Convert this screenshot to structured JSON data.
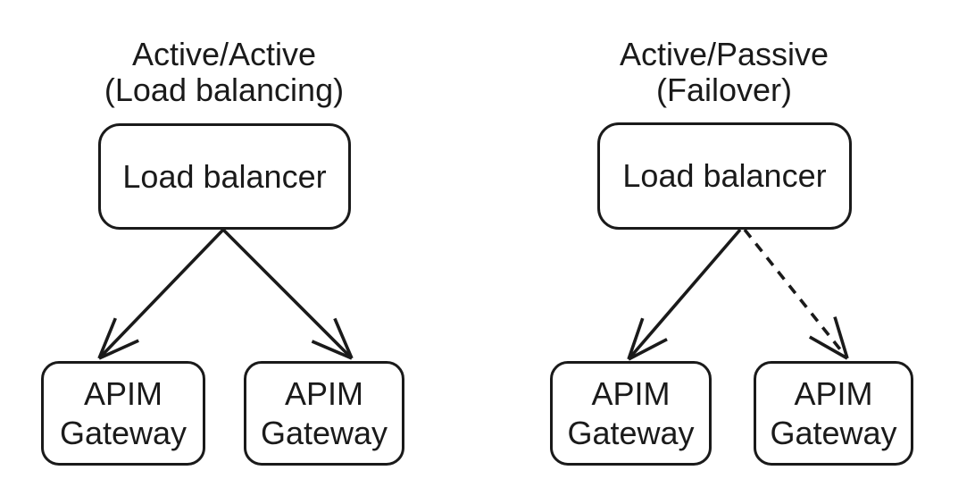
{
  "background_color": "#ffffff",
  "stroke_color": "#1a1a1a",
  "diagrams": [
    {
      "id": "active-active",
      "title_line1": "Active/Active",
      "title_line2": "(Load balancing)",
      "load_balancer": {
        "label": "Load balancer"
      },
      "gateways": [
        {
          "line1": "APIM",
          "line2": "Gateway",
          "connection": "solid"
        },
        {
          "line1": "APIM",
          "line2": "Gateway",
          "connection": "solid"
        }
      ]
    },
    {
      "id": "active-passive",
      "title_line1": "Active/Passive",
      "title_line2": "(Failover)",
      "load_balancer": {
        "label": "Load balancer"
      },
      "gateways": [
        {
          "line1": "APIM",
          "line2": "Gateway",
          "connection": "solid"
        },
        {
          "line1": "APIM",
          "line2": "Gateway",
          "connection": "dashed"
        }
      ]
    }
  ]
}
